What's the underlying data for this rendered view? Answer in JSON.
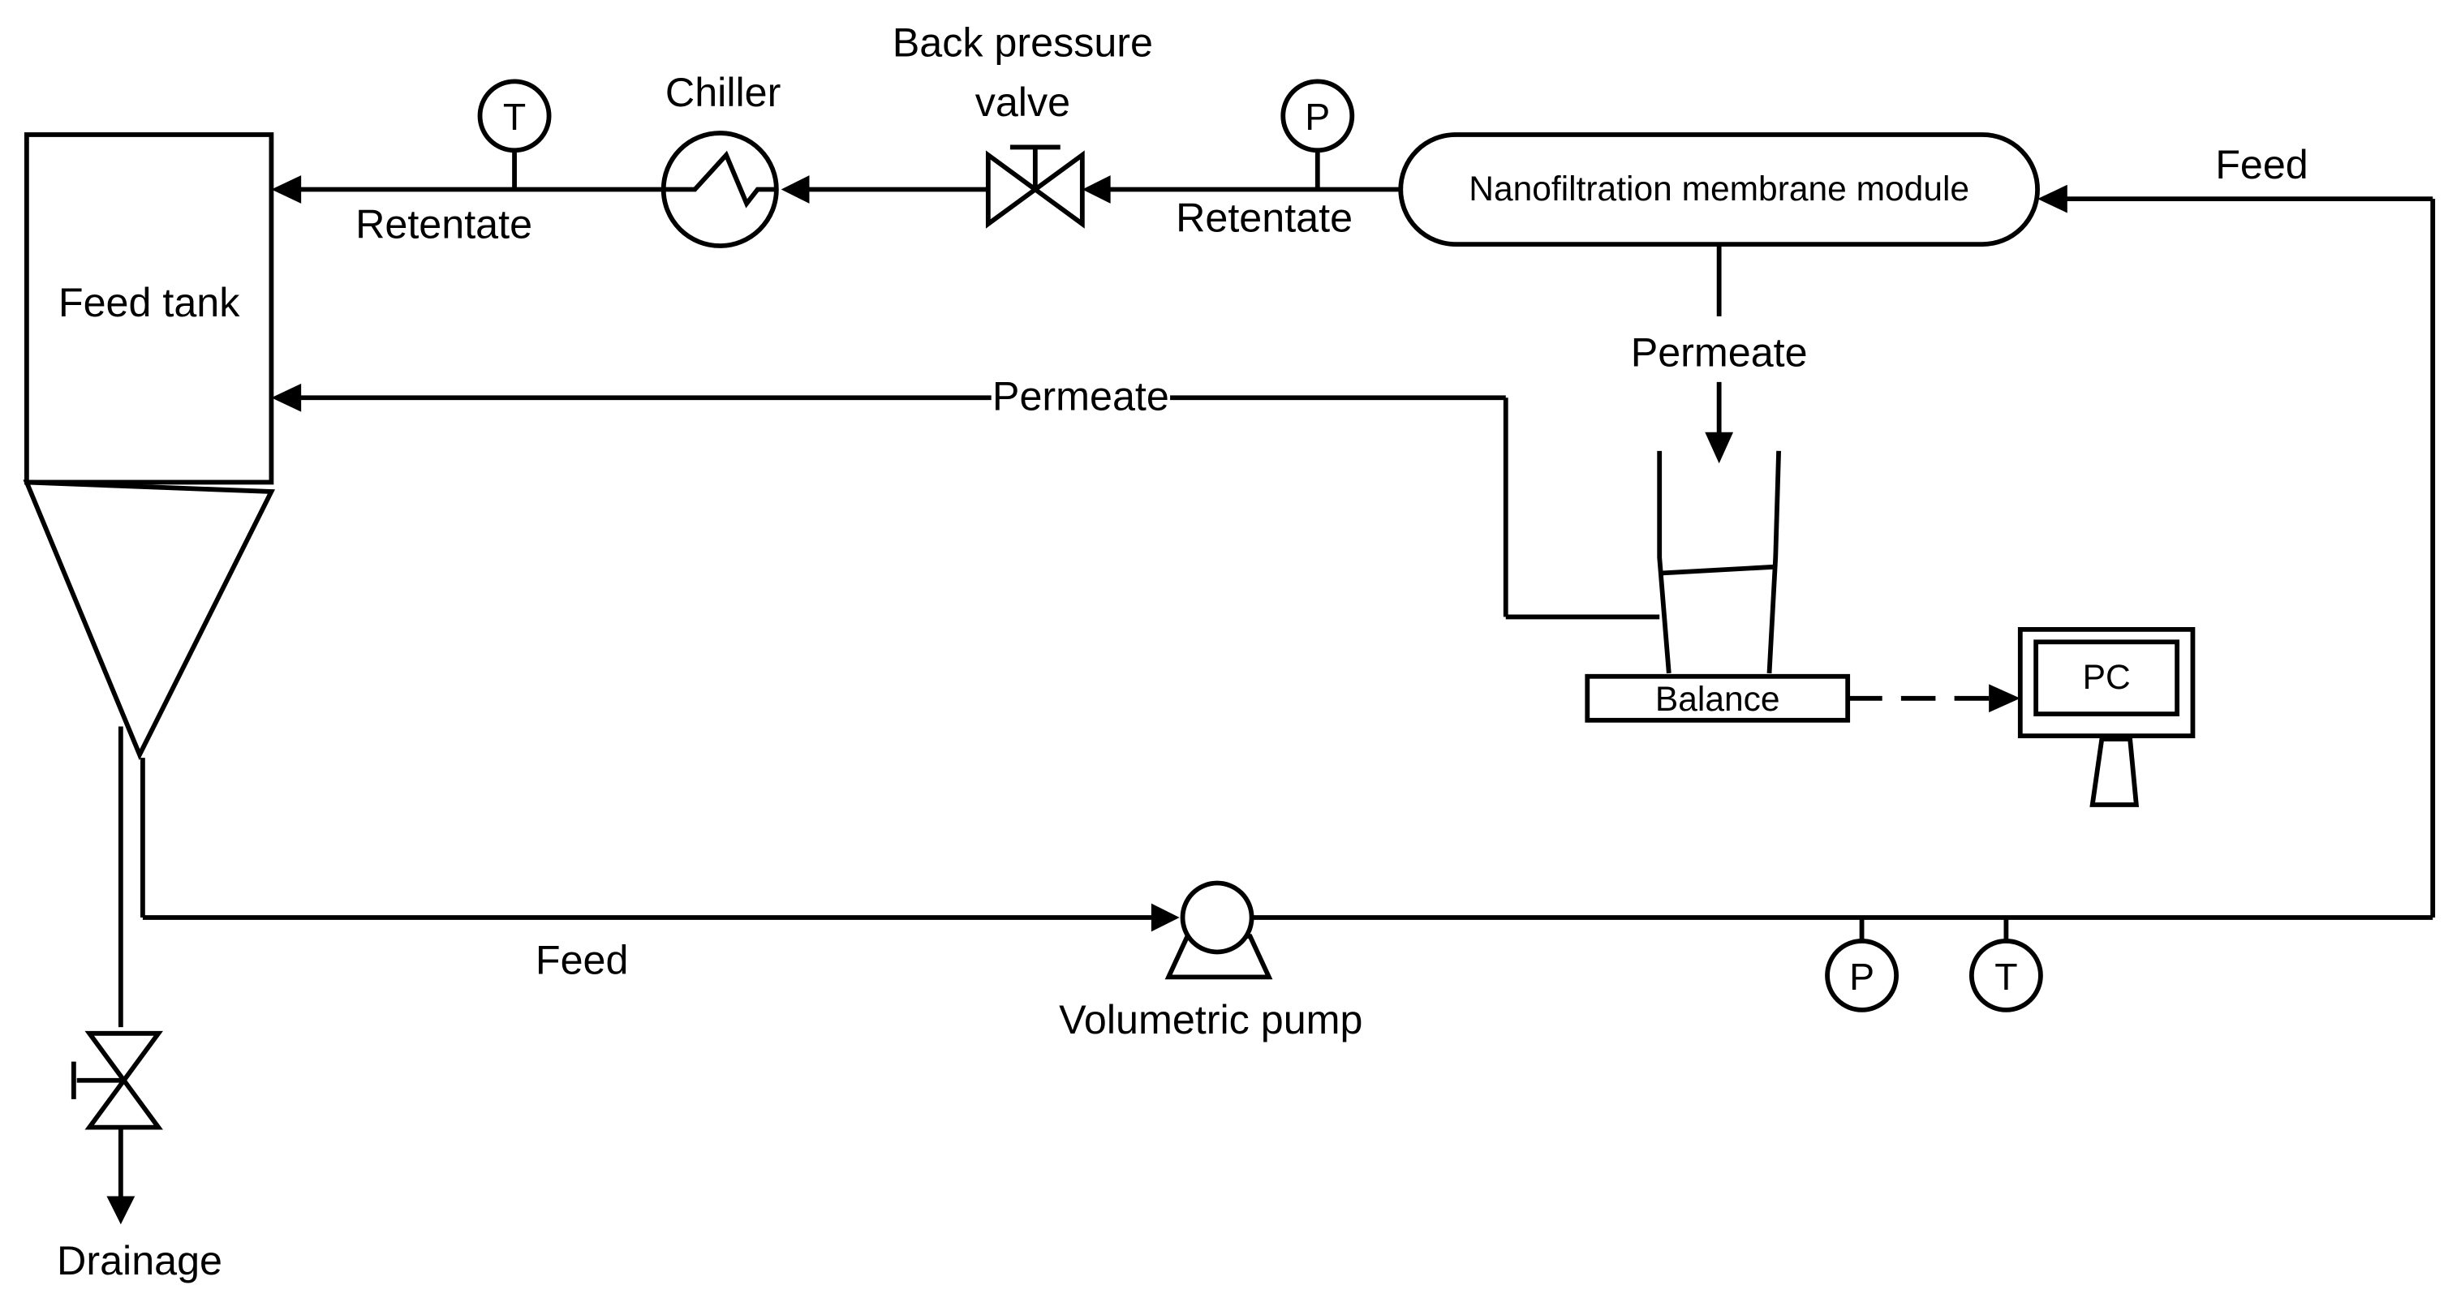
{
  "labels": {
    "feed_tank": "Feed tank",
    "chiller": "Chiller",
    "back_pressure_valve_line1": "Back pressure",
    "back_pressure_valve_line2": "valve",
    "retentate_left": "Retentate",
    "retentate_right": "Retentate",
    "membrane_module": "Nanofiltration membrane module",
    "feed_top": "Feed",
    "feed_bottom": "Feed",
    "permeate_down": "Permeate",
    "permeate_return": "Permeate",
    "balance": "Balance",
    "pc": "PC",
    "volumetric_pump": "Volumetric pump",
    "drainage": "Drainage"
  },
  "gauges": {
    "temperature_top": "T",
    "pressure_top": "P",
    "pressure_bottom": "P",
    "temperature_bottom": "T"
  }
}
